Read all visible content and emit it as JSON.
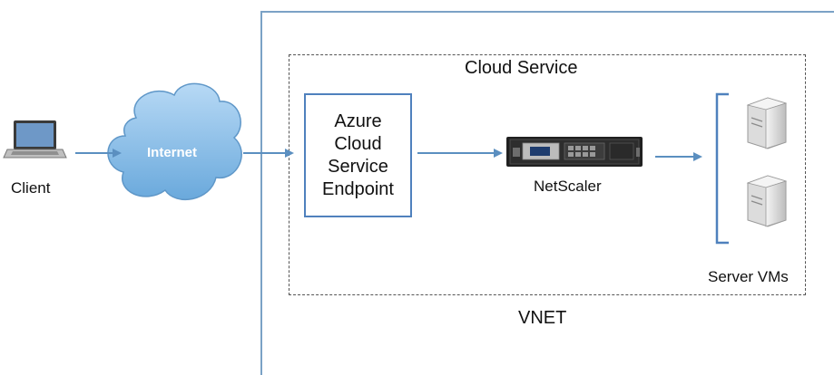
{
  "diagram": {
    "client": {
      "label": "Client",
      "icon": "laptop-icon"
    },
    "internet": {
      "label": "Internet",
      "icon": "cloud-icon",
      "fill": "#8dc0ea"
    },
    "vnet": {
      "label": "VNET",
      "border_color": "#7ba2c6"
    },
    "cloud_service": {
      "label": "Cloud Service"
    },
    "endpoint": {
      "label": "Azure\nCloud\nService\nEndpoint",
      "border_color": "#4f81bd"
    },
    "netscaler": {
      "label": "NetScaler",
      "icon": "netscaler-appliance-icon"
    },
    "server_vms": {
      "label": "Server VMs",
      "icon": "server-icon",
      "count": 2
    },
    "arrow_color": "#5b8fc0"
  }
}
